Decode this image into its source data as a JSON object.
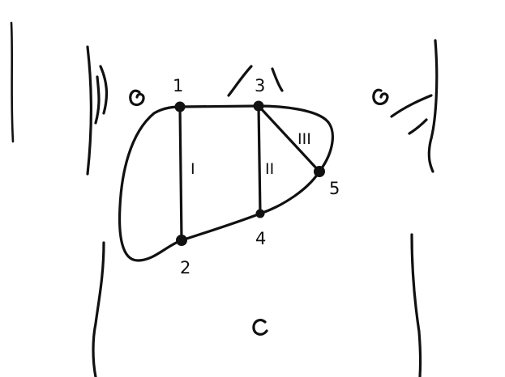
{
  "points": [
    {
      "id": "p1",
      "label": "1"
    },
    {
      "id": "p2",
      "label": "2"
    },
    {
      "id": "p3",
      "label": "3"
    },
    {
      "id": "p4",
      "label": "4"
    },
    {
      "id": "p5",
      "label": "5"
    }
  ],
  "segments": [
    {
      "id": "seg-I",
      "label": "I"
    },
    {
      "id": "seg-II",
      "label": "II"
    },
    {
      "id": "seg-III",
      "label": "III"
    }
  ],
  "colors": {
    "ink": "#111111",
    "background": "#ffffff"
  }
}
